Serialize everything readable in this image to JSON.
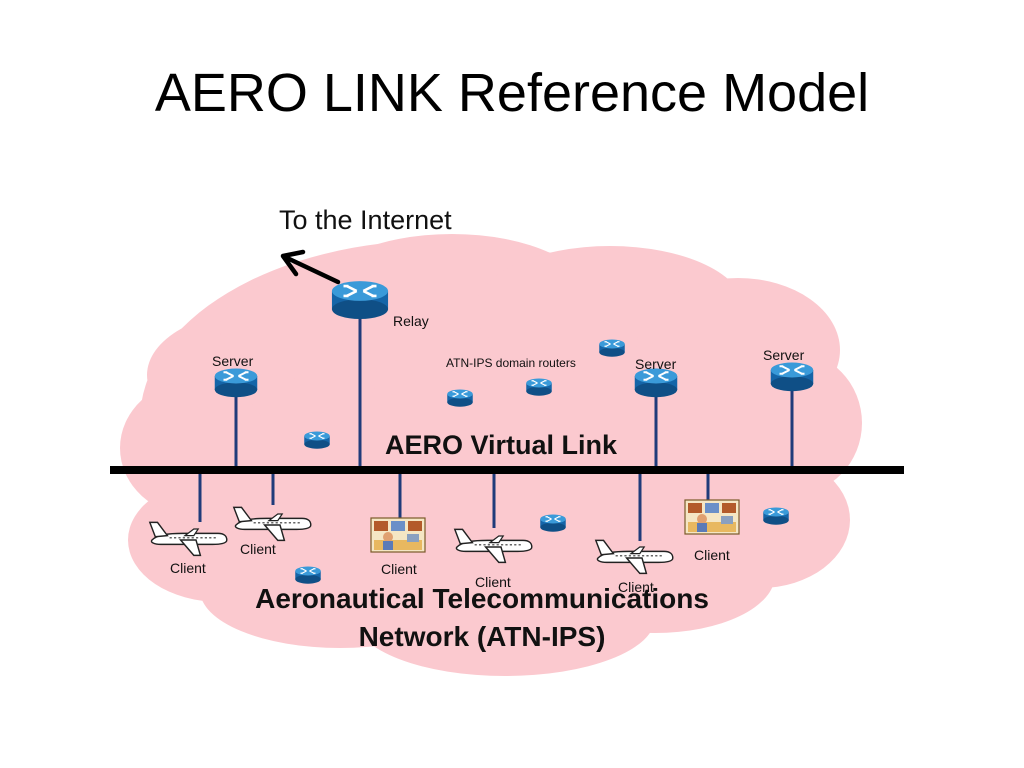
{
  "title": "AERO LINK Reference Model",
  "labels": {
    "internet": "To the Internet",
    "relay": "Relay",
    "server": "Server",
    "atn_routers": "ATN-IPS domain routers",
    "virtual_link": "AERO Virtual Link",
    "client": "Client",
    "atn_line1": "Aeronautical Telecommunications",
    "atn_line2": "Network (ATN-IPS)"
  },
  "colors": {
    "cloud": "#fbc9cf",
    "link_bar": "#000000",
    "stub": "#1f3b7a",
    "router_top": "#3a9ad9",
    "router_body": "#1565a8"
  }
}
